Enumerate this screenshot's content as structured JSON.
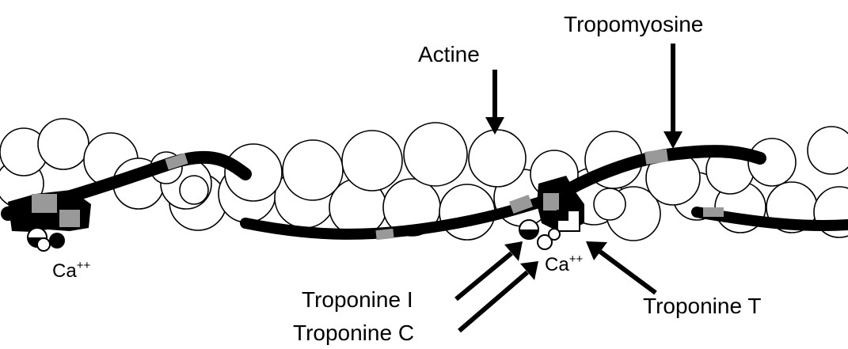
{
  "labels": {
    "actine": "Actine",
    "tropomyosine": "Tropomyosine",
    "troponine_i": "Troponine I",
    "troponine_c": "Troponine C",
    "troponine_t": "Troponine T",
    "calcium_left": {
      "base": "Ca",
      "sup": "++"
    },
    "calcium_right": {
      "base": "Ca",
      "sup": "++"
    }
  },
  "colors": {
    "stroke": "#000000",
    "background": "#ffffff",
    "tropomyosin_segment": "#999999"
  }
}
